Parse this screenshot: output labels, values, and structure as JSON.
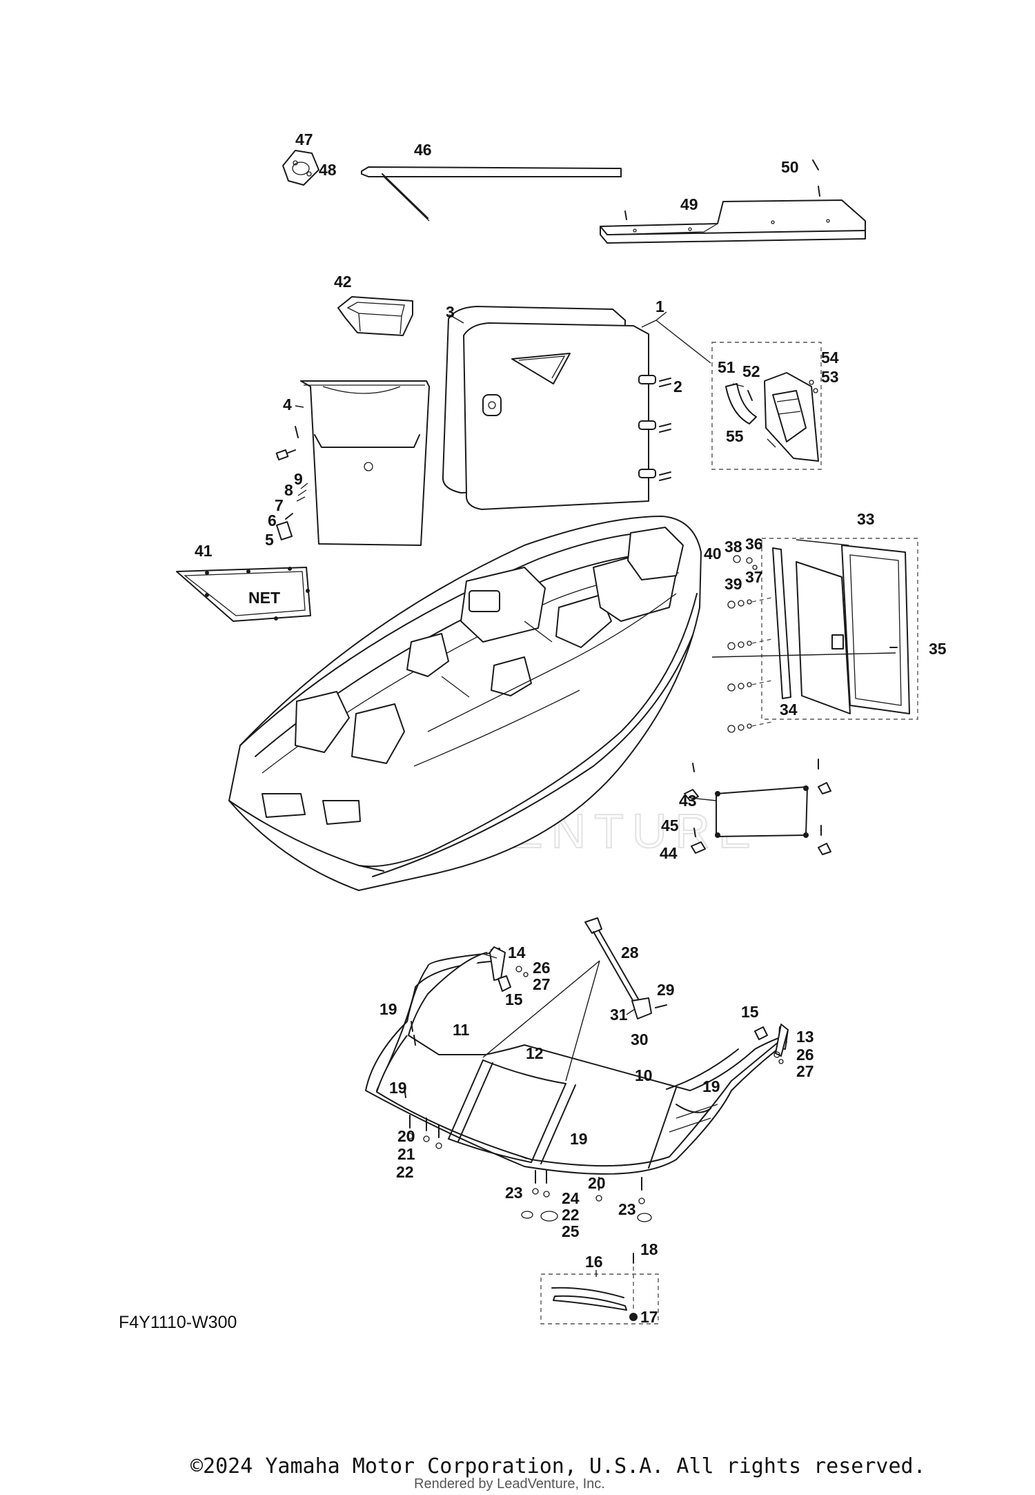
{
  "diagram": {
    "code": "F4Y1110-W300",
    "net_label": "NET",
    "watermark": "ADVENTURE",
    "copyright": "©2024 Yamaha Motor Corporation, U.S.A. All rights reserved.",
    "credit": "Rendered by LeadVenture, Inc."
  },
  "callouts": [
    {
      "id": "47",
      "text": "47"
    },
    {
      "id": "48",
      "text": "48"
    },
    {
      "id": "46",
      "text": "46"
    },
    {
      "id": "50",
      "text": "50"
    },
    {
      "id": "49",
      "text": "49"
    },
    {
      "id": "42",
      "text": "42"
    },
    {
      "id": "3",
      "text": "3"
    },
    {
      "id": "1",
      "text": "1"
    },
    {
      "id": "2",
      "text": "2"
    },
    {
      "id": "4",
      "text": "4"
    },
    {
      "id": "9",
      "text": "9"
    },
    {
      "id": "8",
      "text": "8"
    },
    {
      "id": "7",
      "text": "7"
    },
    {
      "id": "6",
      "text": "6"
    },
    {
      "id": "5",
      "text": "5"
    },
    {
      "id": "51",
      "text": "51"
    },
    {
      "id": "52",
      "text": "52"
    },
    {
      "id": "54",
      "text": "54"
    },
    {
      "id": "53",
      "text": "53"
    },
    {
      "id": "55",
      "text": "55"
    },
    {
      "id": "41",
      "text": "41"
    },
    {
      "id": "33",
      "text": "33"
    },
    {
      "id": "40",
      "text": "40"
    },
    {
      "id": "38",
      "text": "38"
    },
    {
      "id": "36",
      "text": "36"
    },
    {
      "id": "39",
      "text": "39"
    },
    {
      "id": "37",
      "text": "37"
    },
    {
      "id": "35",
      "text": "35"
    },
    {
      "id": "34",
      "text": "34"
    },
    {
      "id": "43",
      "text": "43"
    },
    {
      "id": "45",
      "text": "45"
    },
    {
      "id": "44",
      "text": "44"
    },
    {
      "id": "14",
      "text": "14"
    },
    {
      "id": "26a",
      "text": "26"
    },
    {
      "id": "27a",
      "text": "27"
    },
    {
      "id": "15a",
      "text": "15"
    },
    {
      "id": "28",
      "text": "28"
    },
    {
      "id": "29",
      "text": "29"
    },
    {
      "id": "31",
      "text": "31"
    },
    {
      "id": "30",
      "text": "30"
    },
    {
      "id": "15b",
      "text": "15"
    },
    {
      "id": "13",
      "text": "13"
    },
    {
      "id": "26b",
      "text": "26"
    },
    {
      "id": "27b",
      "text": "27"
    },
    {
      "id": "19a",
      "text": "19"
    },
    {
      "id": "11",
      "text": "11"
    },
    {
      "id": "12",
      "text": "12"
    },
    {
      "id": "10",
      "text": "10"
    },
    {
      "id": "19b",
      "text": "19"
    },
    {
      "id": "19c",
      "text": "19"
    },
    {
      "id": "19d",
      "text": "19"
    },
    {
      "id": "20a",
      "text": "20"
    },
    {
      "id": "21",
      "text": "21"
    },
    {
      "id": "22a",
      "text": "22"
    },
    {
      "id": "20b",
      "text": "20"
    },
    {
      "id": "23a",
      "text": "23"
    },
    {
      "id": "24",
      "text": "24"
    },
    {
      "id": "23b",
      "text": "23"
    },
    {
      "id": "22b",
      "text": "22"
    },
    {
      "id": "25",
      "text": "25"
    },
    {
      "id": "16",
      "text": "16"
    },
    {
      "id": "18",
      "text": "18"
    },
    {
      "id": "17",
      "text": "17"
    }
  ]
}
